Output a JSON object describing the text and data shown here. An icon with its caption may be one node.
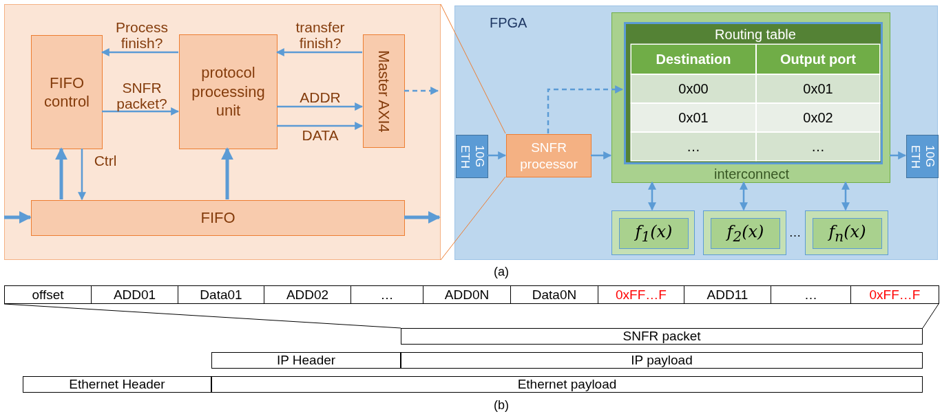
{
  "diagram": {
    "nodes": [
      {
        "text": [],
        "shape": "box"
      },
      {
        "text": [
          "FIFO control"
        ],
        "in": 0
      },
      {
        "text": [
          "protocol processing unit"
        ],
        "in": 0
      },
      {
        "text": [
          "Master AXI4"
        ],
        "in": 0
      },
      {
        "text": [
          "FIFO"
        ],
        "in": 0
      },
      {
        "text": [
          "FPGA"
        ]
      },
      {
        "text": [
          "10G ETH"
        ],
        "in": 5
      },
      {
        "text": [
          "SNFR processor"
        ],
        "in": 5
      },
      {
        "text": [
          "interconnect"
        ],
        "in": 5
      },
      {
        "text": [
          "Routing table"
        ],
        "in": 8
      },
      {
        "text": [
          "10G ETH"
        ],
        "in": 5
      },
      {
        "text": [],
        "shape": "box",
        "in": 5
      },
      {
        "text": [
          "f$_{1}$(x)"
        ],
        "in": 11
      },
      {
        "text": [],
        "shape": "box",
        "in": 5
      },
      {
        "text": [
          "f$_{2}$(x)"
        ],
        "in": 13
      },
      {
        "text": [],
        "shape": "box",
        "in": 5
      },
      {
        "text": [
          "f$_{n}$(x)"
        ],
        "in": 15
      },
      {
        "text": [],
        "shape": "box"
      },
      {
        "text": [
          "SNFR packet"
        ]
      },
      {
        "text": [
          "IP Header"
        ]
      },
      {
        "text": [
          "IP payload"
        ]
      },
      {
        "text": [
          "Ethernet Header"
        ]
      },
      {
        "text": [
          "Ethernet payload"
        ]
      }
    ],
    "edges": [
      {
        "from": 2,
        "to": 1,
        "arrow": "to",
        "label": "Process finish?"
      },
      {
        "from": 1,
        "to": 2,
        "arrow": "to",
        "label": "SNFR packet?"
      },
      {
        "from": 3,
        "to": 2,
        "arrow": "to",
        "label": "transfer finish?"
      },
      {
        "from": 2,
        "to": 3,
        "arrow": "to",
        "label": "ADDR"
      },
      {
        "from": 2,
        "to": 3,
        "arrow": "to",
        "label": "DATA"
      },
      {
        "from": 3,
        "to": null,
        "arrow": "to",
        "style": "dashed"
      },
      {
        "from": 4,
        "to": 1,
        "arrow": "to",
        "style": "thick"
      },
      {
        "from": 1,
        "to": 4,
        "arrow": "to",
        "label": "Ctrl"
      },
      {
        "from": 4,
        "to": 2,
        "arrow": "to",
        "style": "thick"
      },
      {
        "from": null,
        "to": 4,
        "arrow": "to",
        "style": "thick"
      },
      {
        "from": 4,
        "to": null,
        "arrow": "to",
        "style": "thick"
      },
      {
        "from": 6,
        "to": 7,
        "arrow": "to"
      },
      {
        "from": 7,
        "to": 8,
        "arrow": "to"
      },
      {
        "from": 7,
        "to": 9,
        "arrow": "to",
        "style": "dashed"
      },
      {
        "from": 8,
        "to": 10,
        "arrow": "to"
      },
      {
        "from": 8,
        "to": 11,
        "arrow": "both"
      },
      {
        "from": 8,
        "to": 13,
        "arrow": "both"
      },
      {
        "from": 8,
        "to": 15,
        "arrow": "both"
      },
      {
        "from": 0,
        "to": 7,
        "arrow": "none",
        "color": "#ed7d31"
      },
      {
        "from": 0,
        "to": 7,
        "arrow": "none",
        "color": "#ed7d31"
      },
      {
        "from": 17,
        "to": 18,
        "arrow": "none",
        "color": "#000000"
      },
      {
        "from": 17,
        "to": 18,
        "arrow": "none",
        "color": "#000000"
      }
    ],
    "labels": [
      "Destination",
      "Output port",
      "0x00",
      "0x01",
      "0x01",
      "0x02",
      "…",
      "…",
      "…",
      "(a)",
      "offset",
      "ADD01",
      "Data01",
      "ADD02",
      "…",
      "ADD0N",
      "Data0N",
      "0xFF…F",
      "ADD11",
      "…",
      "0xFF…F",
      "(b)"
    ]
  }
}
